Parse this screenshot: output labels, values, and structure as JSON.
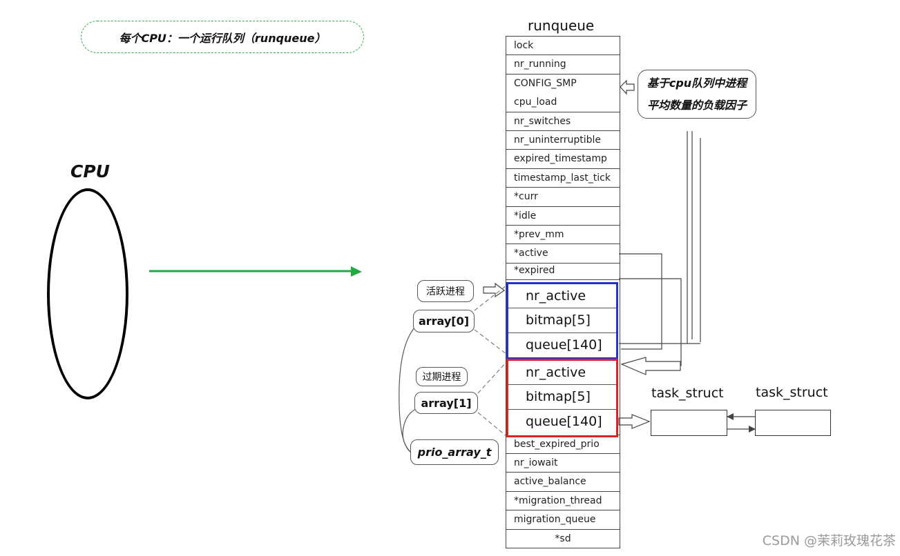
{
  "note": "每个CPU：一个运行队列（runqueue）",
  "cpu_label": "CPU",
  "runqueue": {
    "title": "runqueue",
    "fields_top": [
      "lock",
      "nr_running",
      "CONFIG_SMP",
      "cpu_load",
      "nr_switches",
      "nr_uninterruptible",
      "expired_timestamp",
      "timestamp_last_tick",
      "*curr",
      "*idle",
      "*prev_mm",
      "*active",
      "*expired"
    ],
    "fields_bottom": [
      "best_expired_prio",
      "nr_iowait",
      "active_balance",
      "*migration_thread",
      "migration_queue",
      "*sd"
    ]
  },
  "prio_active": [
    "nr_active",
    "bitmap[5]",
    "queue[140]"
  ],
  "prio_expired": [
    "nr_active",
    "bitmap[5]",
    "queue[140]"
  ],
  "callouts": {
    "load_line1": "基于cpu队列中进程",
    "load_line2": "平均数量的负载因子",
    "active": "活跃进程",
    "expired": "过期进程",
    "array0": "array[0]",
    "array1": "array[1]",
    "prio_array": "prio_array_t"
  },
  "task_struct_labels": [
    "task_struct",
    "task_struct"
  ],
  "watermark": "CSDN @茉莉玫瑰花茶",
  "colors": {
    "active_border": "#2233cc",
    "expired_border": "#dd2222",
    "arrow_green": "#22a845"
  }
}
